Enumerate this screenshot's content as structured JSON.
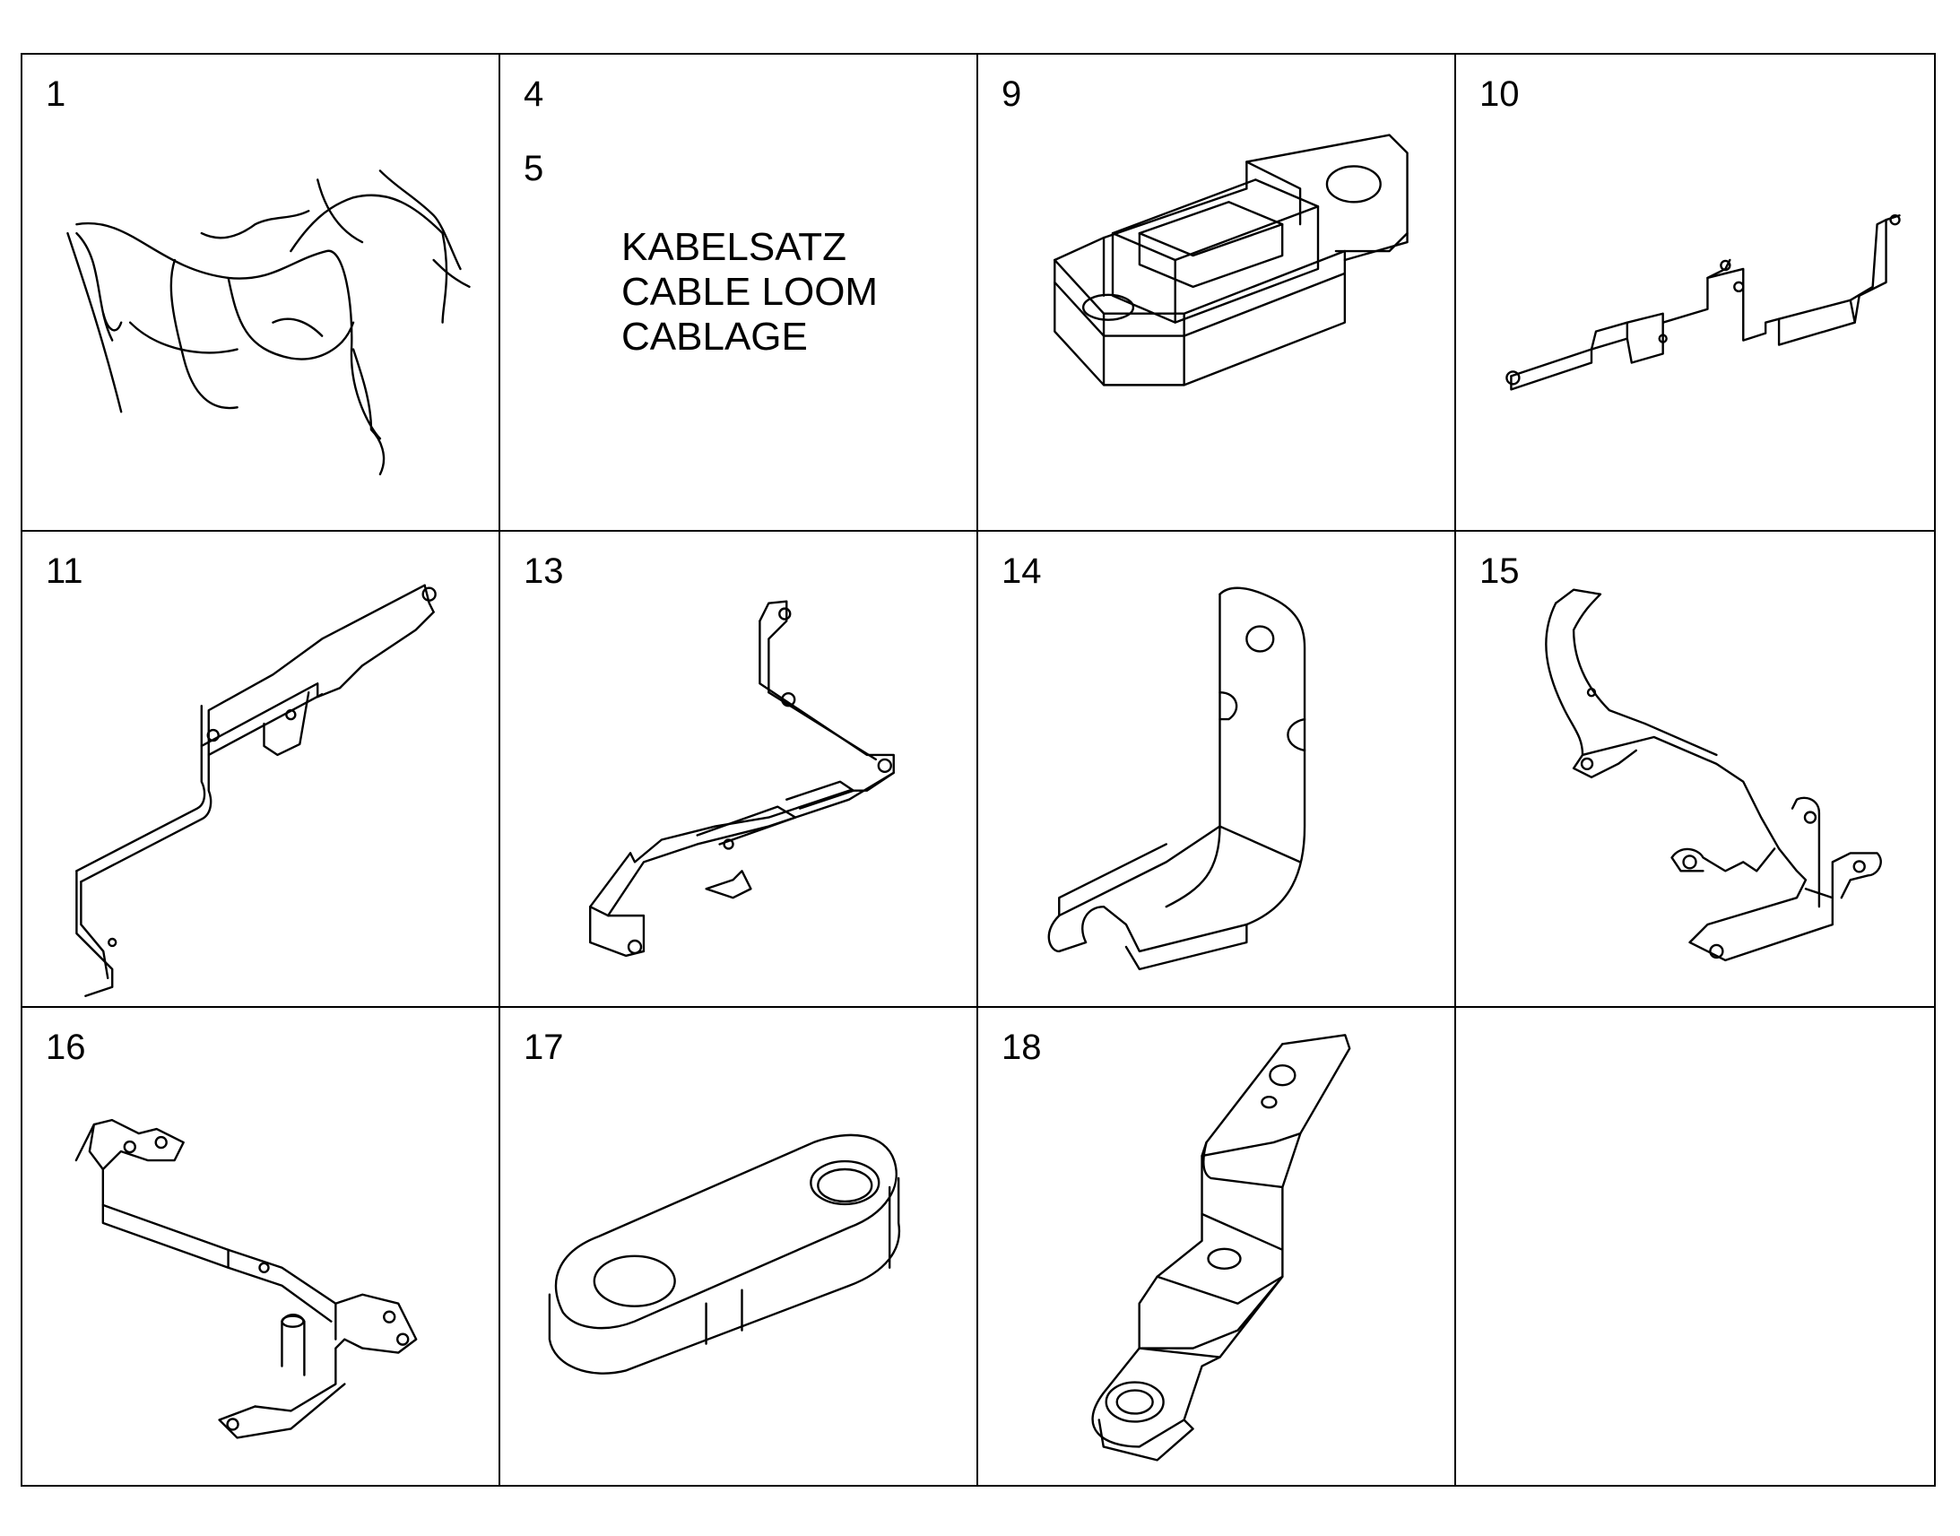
{
  "cells": [
    {
      "labels": [
        "1"
      ],
      "icon": "cable-harness-illustration"
    },
    {
      "labels": [
        "4",
        "5"
      ],
      "caption": [
        "KABELSATZ",
        "CABLE LOOM",
        "CABLAGE"
      ]
    },
    {
      "labels": [
        "9"
      ],
      "icon": "block-holder-illustration"
    },
    {
      "labels": [
        "10"
      ],
      "icon": "long-bracket-illustration"
    },
    {
      "labels": [
        "11"
      ],
      "icon": "bent-rail-bracket-illustration"
    },
    {
      "labels": [
        "13"
      ],
      "icon": "l-bracket-plate-illustration"
    },
    {
      "labels": [
        "14"
      ],
      "icon": "angle-bracket-illustration"
    },
    {
      "labels": [
        "15"
      ],
      "icon": "curved-bracket-illustration"
    },
    {
      "labels": [
        "16"
      ],
      "icon": "mount-bracket-illustration"
    },
    {
      "labels": [
        "17"
      ],
      "icon": "spacer-plate-illustration"
    },
    {
      "labels": [
        "18"
      ],
      "icon": "offset-strap-illustration"
    },
    {
      "labels": []
    }
  ]
}
